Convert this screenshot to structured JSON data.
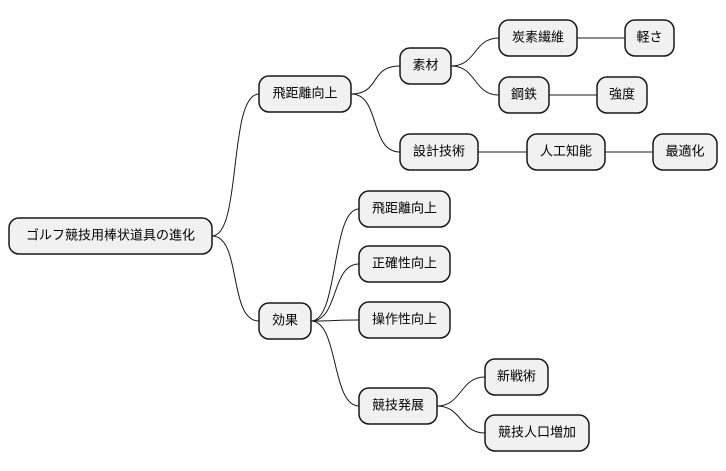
{
  "mindmap": {
    "root": "ゴルフ競技用棒状道具の進化",
    "nodes": {
      "flight": "飛距離向上",
      "material": "素材",
      "carbon": "炭素繊維",
      "light": "軽さ",
      "steel": "鋼鉄",
      "strength": "強度",
      "design": "設計技術",
      "ai": "人工知能",
      "optimize": "最適化",
      "effect": "効果",
      "e_flight": "飛距離向上",
      "accuracy": "正確性向上",
      "operability": "操作性向上",
      "competition": "競技発展",
      "tactics": "新戦術",
      "population": "競技人口増加"
    },
    "colors": {
      "node_fill": "#f1f1f1",
      "node_stroke": "#181818",
      "edge": "#181818",
      "background": "#ffffff"
    }
  }
}
